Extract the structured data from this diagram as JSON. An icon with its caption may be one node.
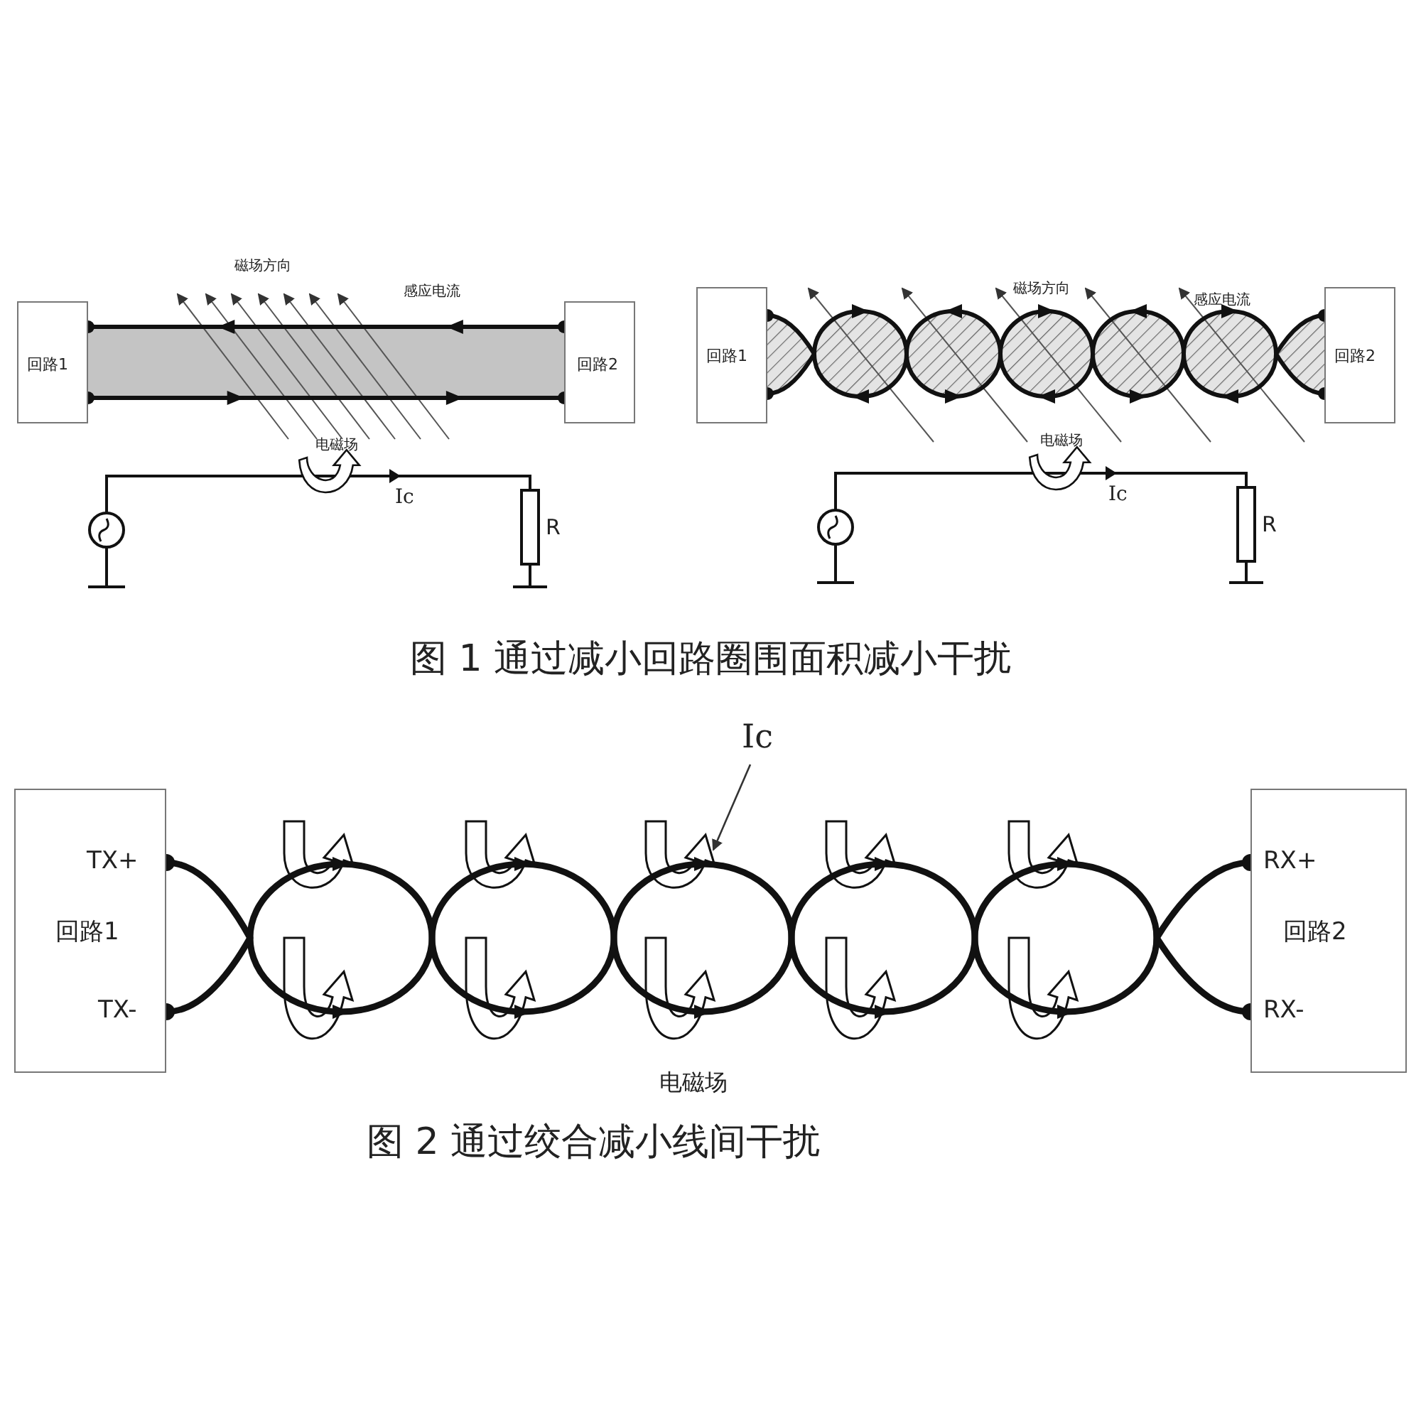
{
  "diagram": {
    "nodes": [
      {
        "text": [
          "回路1"
        ]
      },
      {
        "text": [
          "回路2"
        ]
      },
      {
        "text": [
          "回路1"
        ]
      },
      {
        "text": [
          "回路2"
        ]
      },
      {
        "text": [
          "TX+",
          "回路1",
          "TX-"
        ]
      },
      {
        "text": [
          "RX+",
          "回路2",
          "RX-"
        ]
      },
      {
        "text": [
          "Ic"
        ]
      }
    ],
    "edges": [
      {
        "from": 1,
        "to": 0,
        "arrow": "to"
      },
      {
        "from": 0,
        "to": 1,
        "arrow": "to"
      },
      {
        "from": 3,
        "to": 2,
        "arrow": "to"
      },
      {
        "from": 2,
        "to": 3,
        "arrow": "to"
      },
      {
        "from": 4,
        "to": 5,
        "arrow": "to"
      },
      {
        "from": 4,
        "to": 5,
        "arrow": "to"
      },
      {
        "from": 6,
        "to": null,
        "arrow": "to"
      }
    ],
    "labels": [
      "磁场方向",
      "感应电流",
      "电磁场",
      "Ic",
      "R",
      "磁场方向",
      "感应电流",
      "电磁场",
      "Ic",
      "R",
      "图 1 通过减小回路圈围面积减小干扰",
      "电磁场",
      "图 2 通过绞合减小线间干扰"
    ]
  }
}
